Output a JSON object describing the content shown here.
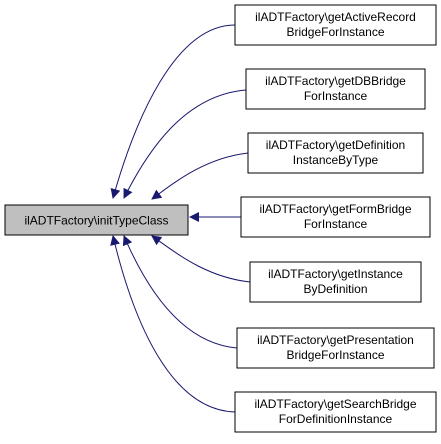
{
  "graph": {
    "root": {
      "label": "ilADTFactory\\initTypeClass",
      "fill": "#bfbfbf"
    },
    "callers": [
      {
        "line1": "ilADTFactory\\getActiveRecord",
        "line2": "BridgeForInstance"
      },
      {
        "line1": "ilADTFactory\\getDBBridge",
        "line2": "ForInstance"
      },
      {
        "line1": "ilADTFactory\\getDefinition",
        "line2": "InstanceByType"
      },
      {
        "line1": "ilADTFactory\\getFormBridge",
        "line2": "ForInstance"
      },
      {
        "line1": "ilADTFactory\\getInstance",
        "line2": "ByDefinition"
      },
      {
        "line1": "ilADTFactory\\getPresentation",
        "line2": "BridgeForInstance"
      },
      {
        "line1": "ilADTFactory\\getSearchBridge",
        "line2": "ForDefinitionInstance"
      }
    ],
    "colors": {
      "edge": "#191970",
      "node_border": "#000000",
      "node_fill": "#ffffff"
    }
  }
}
